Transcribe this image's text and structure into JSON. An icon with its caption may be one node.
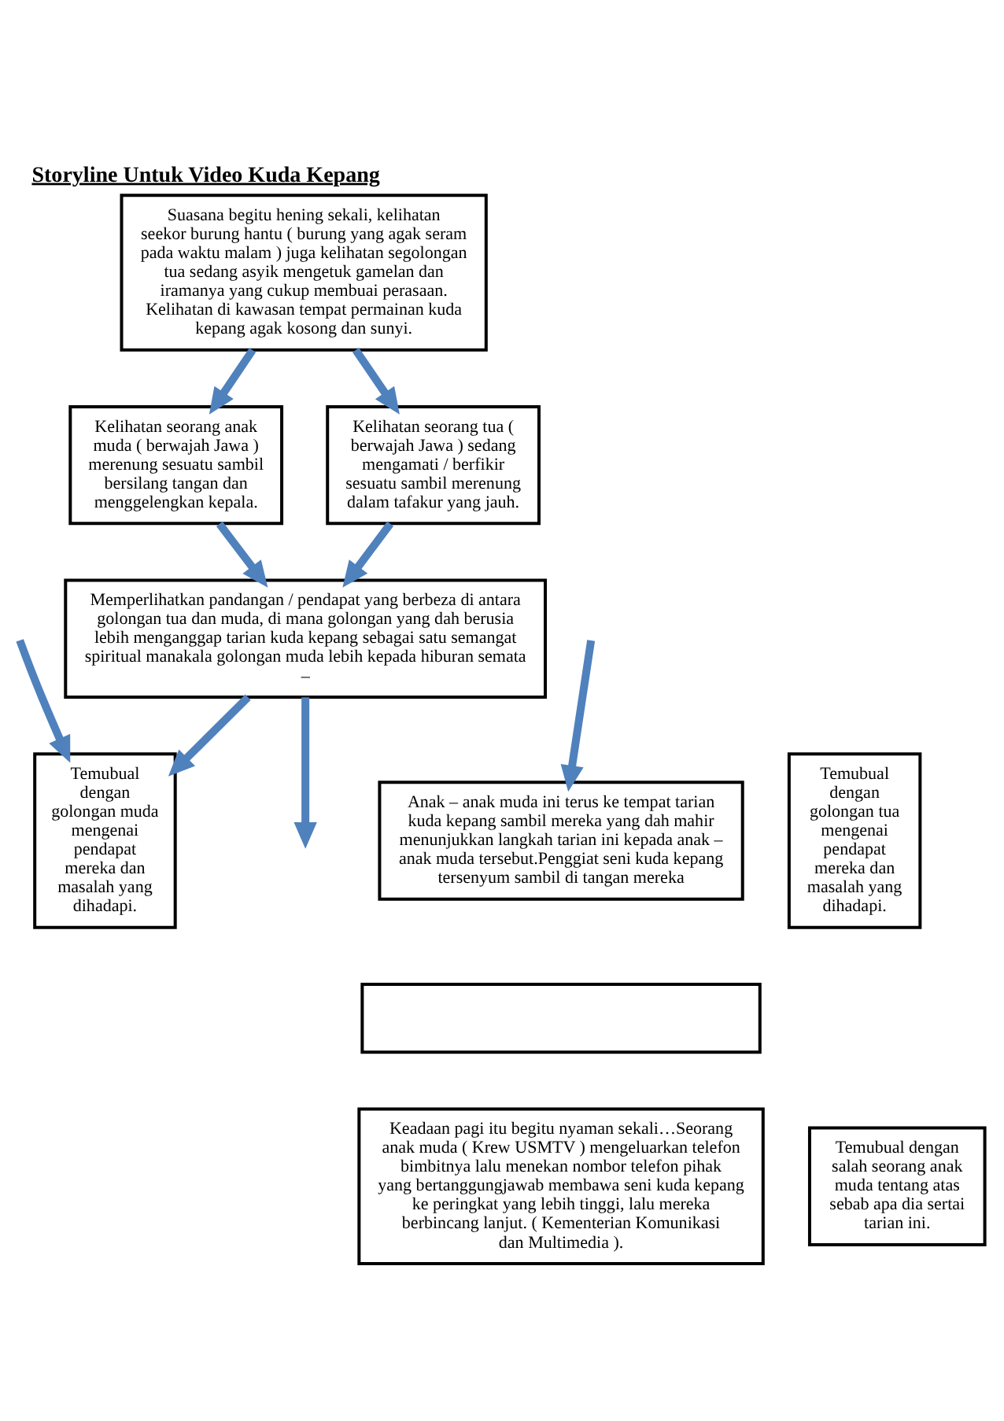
{
  "diagram": {
    "title": "Storyline Untuk Video Kuda Kepang",
    "nodes": [
      {
        "text": [
          "Suasana begitu hening sekali, kelihatan seekor burung hantu ( burung yang agak seram pada waktu malam ) juga kelihatan segolongan tua sedang asyik mengetuk gamelan dan iramanya yang cukup membuai perasaan. Kelihatan di kawasan tempat permainan kuda kepang agak kosong dan sunyi."
        ]
      },
      {
        "text": [
          "Kelihatan seorang anak muda ( berwajah Jawa ) merenung sesuatu sambil bersilang tangan dan menggelengkan kepala."
        ]
      },
      {
        "text": [
          "Kelihatan seorang tua ( berwajah Jawa ) sedang mengamati / berfikir sesuatu sambil merenung dalam tafakur yang jauh."
        ]
      },
      {
        "text": [
          "Memperlihatkan pandangan / pendapat yang berbeza di antara golongan tua dan muda, di mana golongan yang dah berusia lebih menganggap tarian kuda kepang sebagai satu semangat spiritual manakala golongan muda lebih kepada hiburan semata –"
        ]
      },
      {
        "text": [
          "Temubual dengan golongan muda mengenai pendapat mereka dan masalah yang dihadapi."
        ]
      },
      {
        "text": [
          "Temubual dengan golongan tua mengenai pendapat mereka dan masalah yang dihadapi."
        ]
      },
      {
        "text": [
          "Anak – anak muda ini terus ke tempat tarian kuda kepang sambil mereka yang dah mahir menunjukkan langkah tarian ini kepada anak – anak muda tersebut.Penggiat seni kuda kepang tersenyum sambil di tangan mereka"
        ]
      },
      {
        "text": [],
        "shape": "box"
      },
      {
        "text": [
          "Keadaan pagi itu begitu nyaman sekali…Seorang anak muda ( Krew USMTV ) mengeluarkan telefon bimbitnya lalu menekan nombor telefon pihak yang bertanggungjawab membawa seni kuda kepang ke peringkat yang lebih tinggi, lalu mereka berbincang lanjut. ( Kementerian Komunikasi dan Multimedia )."
        ]
      },
      {
        "text": [
          "Temubual dengan salah seorang anak muda tentang atas sebab apa dia sertai tarian ini."
        ]
      }
    ],
    "edges": [
      {
        "from": 0,
        "to": 1,
        "arrow": "to"
      },
      {
        "from": 0,
        "to": 2,
        "arrow": "to"
      },
      {
        "from": 1,
        "to": 3,
        "arrow": "to"
      },
      {
        "from": 2,
        "to": 3,
        "arrow": "to"
      },
      {
        "from": 3,
        "to": null,
        "arrow": "to"
      },
      {
        "from": 3,
        "to": 4,
        "arrow": "to"
      },
      {
        "from": null,
        "to": 4,
        "arrow": "to"
      },
      {
        "from": null,
        "to": 6,
        "arrow": "to"
      }
    ]
  }
}
